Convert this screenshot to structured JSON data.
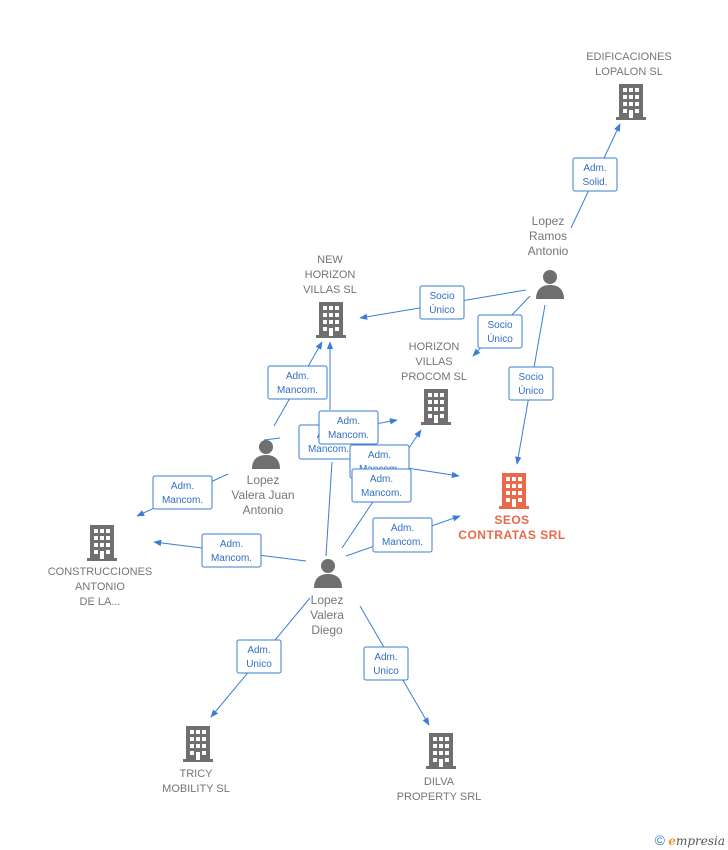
{
  "nodes": {
    "edificaciones": {
      "lines": [
        "EDIFICACIONES",
        "LOPALON SL"
      ],
      "type": "company"
    },
    "lopez_ramos": {
      "lines": [
        "Lopez",
        "Ramos",
        "Antonio"
      ],
      "type": "person"
    },
    "new_horizon": {
      "lines": [
        "NEW",
        "HORIZON",
        "VILLAS SL"
      ],
      "type": "company"
    },
    "horizon_villas": {
      "lines": [
        "HORIZON",
        "VILLAS",
        "PROCOM  SL"
      ],
      "type": "company"
    },
    "lopez_valera_juan": {
      "lines": [
        "Lopez",
        "Valera Juan",
        "Antonio"
      ],
      "type": "person"
    },
    "seos": {
      "lines": [
        "SEOS",
        "CONTRATAS SRL"
      ],
      "type": "main"
    },
    "construcciones": {
      "lines": [
        "CONSTRUCCIONES",
        "ANTONIO",
        "DE LA..."
      ],
      "type": "company"
    },
    "lopez_valera_diego": {
      "lines": [
        "Lopez",
        "Valera",
        "Diego"
      ],
      "type": "person"
    },
    "tricy": {
      "lines": [
        "TRICY",
        "MOBILITY  SL"
      ],
      "type": "company"
    },
    "dilva": {
      "lines": [
        "DILVA",
        "PROPERTY SRL"
      ],
      "type": "company"
    }
  },
  "edges": [
    {
      "lines": [
        "Adm.",
        "Solid."
      ]
    },
    {
      "lines": [
        "Socio",
        "Único"
      ]
    },
    {
      "lines": [
        "Socio",
        "Único"
      ]
    },
    {
      "lines": [
        "Socio",
        "Único"
      ]
    },
    {
      "lines": [
        "Adm.",
        "Mancom."
      ]
    },
    {
      "lines": [
        "Adm.",
        "Mancom."
      ]
    },
    {
      "lines": [
        "Adm.",
        "Mancom."
      ]
    },
    {
      "lines": [
        "Adm.",
        "Mancom."
      ]
    },
    {
      "lines": [
        "Adm.",
        "Mancom."
      ]
    },
    {
      "lines": [
        "Adm.",
        "Mancom."
      ]
    },
    {
      "lines": [
        "Adm.",
        "Mancom."
      ]
    },
    {
      "lines": [
        "Adm.",
        "Mancom."
      ]
    },
    {
      "lines": [
        "Adm.",
        "Unico"
      ]
    },
    {
      "lines": [
        "Adm.",
        "Unico"
      ]
    }
  ],
  "colors": {
    "edge": "#3a7fd5",
    "company_icon": "#6f6f6f",
    "main_icon": "#e9694a",
    "person_icon": "#6f6f6f"
  },
  "footer": {
    "copyright": "©",
    "brand_initial": "e",
    "brand_rest": "mpresia"
  }
}
